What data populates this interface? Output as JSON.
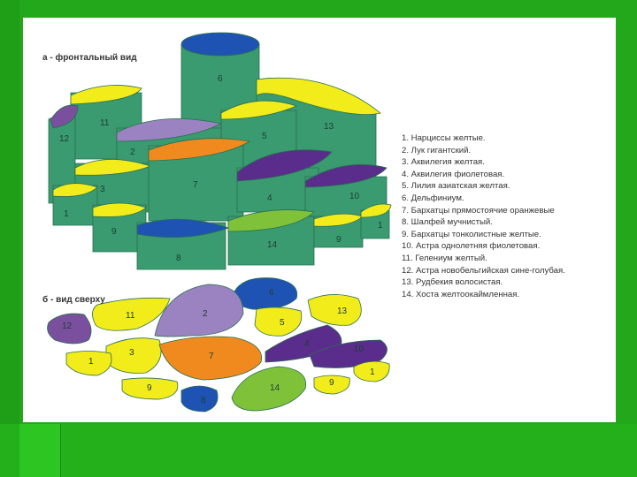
{
  "front_view_label": "а - фронтальный вид",
  "top_view_label": "б - вид сверху",
  "legend": [
    "1. Нарциссы желтые.",
    "2. Лук гигантский.",
    "3. Аквилегия желтая.",
    "4. Аквилегия фиолетовая.",
    "5. Лилия азиатская желтая.",
    "6. Дельфиниум.",
    "7. Бархатцы прямостоячие оранжевые",
    "8. Шалфей мучнистый.",
    "9. Бархатцы тонколистные желтые.",
    "10. Астра однолетняя фиолетовая.",
    "11. Гелениум желтый.",
    "12. Астра новобельгийская сине-голубая.",
    "13. Рудбекия волосистая.",
    "14. Хоста желтоокаймленная."
  ],
  "front_numbers": [
    "6",
    "11",
    "12",
    "5",
    "13",
    "2",
    "7",
    "3",
    "4",
    "10",
    "1",
    "9",
    "14",
    "8",
    "9",
    "1"
  ],
  "top_numbers": [
    "6",
    "2",
    "11",
    "12",
    "5",
    "13",
    "3",
    "7",
    "4",
    "10",
    "1",
    "9",
    "14",
    "8",
    "9",
    "1"
  ],
  "colors": {
    "green_bg": "#22a81a",
    "stem": "#3a9a70",
    "yellow": "#f2ec1a",
    "purple": "#7a4f9e",
    "lavender": "#9b82c0",
    "orange": "#f08a1e",
    "blue": "#1f53b3",
    "violet": "#5a2d8c",
    "hosta": "#7fc23a"
  }
}
